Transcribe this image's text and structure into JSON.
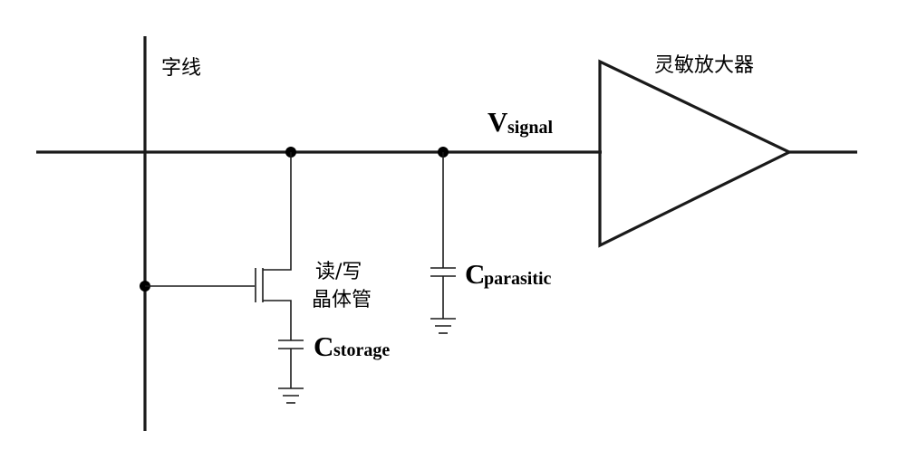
{
  "labels": {
    "word_line": "字线",
    "sense_amplifier": "灵敏放大器",
    "transistor_line1": "读/写",
    "transistor_line2": "晶体管",
    "v_signal_main": "V",
    "v_signal_sub": "signal",
    "c_parasitic_main": "C",
    "c_parasitic_sub": "parasitic",
    "c_storage_main": "C",
    "c_storage_sub": "storage"
  }
}
